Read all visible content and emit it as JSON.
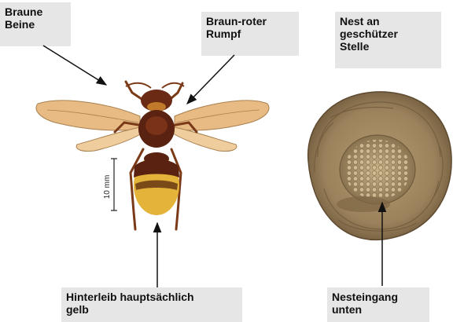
{
  "labels": {
    "legs": [
      "Braune",
      "Beine"
    ],
    "thorax": [
      "Braun-roter",
      "Rumpf"
    ],
    "nest": [
      "Nest an",
      "geschützer",
      "Stelle"
    ],
    "abdomen": [
      "Hinterleib hauptsächlich",
      "gelb"
    ],
    "entrance": [
      "Nesteingang",
      "unten"
    ]
  },
  "scale_bar": {
    "text": "10 mm"
  },
  "colors": {
    "label_bg": "#e6e6e6",
    "hornet_body": "#6b2a14",
    "hornet_yellow": "#e3b33a",
    "wing": "#e0a860",
    "nest": "#9c825c"
  }
}
